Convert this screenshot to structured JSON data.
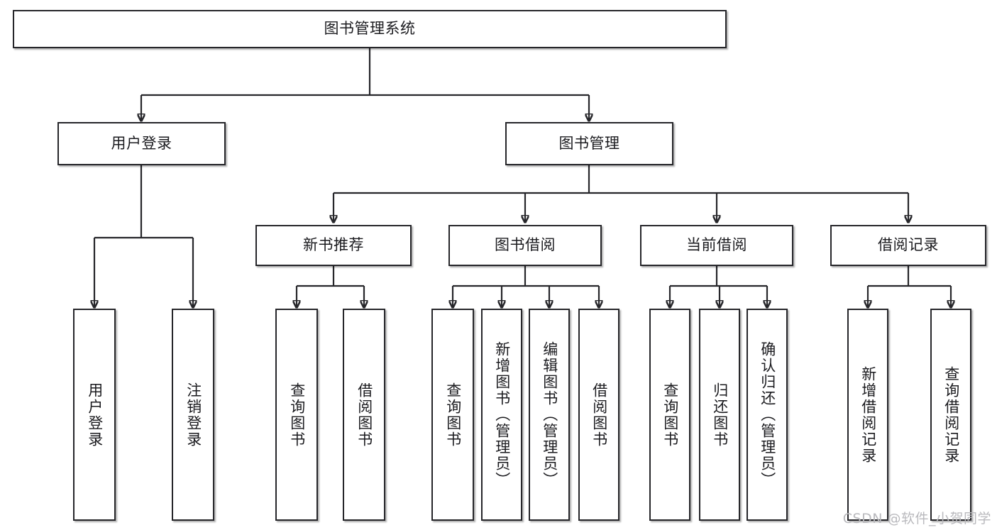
{
  "diagram": {
    "type": "tree",
    "title": "图书管理系统",
    "root": {
      "id": "root",
      "label": "图书管理系统"
    },
    "level1": [
      {
        "id": "login",
        "label": "用户登录"
      },
      {
        "id": "bookmgmt",
        "label": "图书管理"
      }
    ],
    "level2": [
      {
        "id": "newbook",
        "label": "新书推荐",
        "parent": "bookmgmt"
      },
      {
        "id": "borrow",
        "label": "图书借阅",
        "parent": "bookmgmt"
      },
      {
        "id": "current",
        "label": "当前借阅",
        "parent": "bookmgmt"
      },
      {
        "id": "records",
        "label": "借阅记录",
        "parent": "bookmgmt"
      }
    ],
    "leaves": {
      "login": [
        {
          "id": "leaf-user-login",
          "label": "用户登录"
        },
        {
          "id": "leaf-logout",
          "label": "注销登录"
        }
      ],
      "newbook": [
        {
          "id": "leaf-query-book-1",
          "label": "查询图书"
        },
        {
          "id": "leaf-borrow-book-1",
          "label": "借阅图书"
        }
      ],
      "borrow": [
        {
          "id": "leaf-query-book-2",
          "label": "查询图书"
        },
        {
          "id": "leaf-add-book",
          "label": "新增图书（管理员）"
        },
        {
          "id": "leaf-edit-book",
          "label": "编辑图书（管理员）"
        },
        {
          "id": "leaf-borrow-book-2",
          "label": "借阅图书"
        }
      ],
      "current": [
        {
          "id": "leaf-query-book-3",
          "label": "查询图书"
        },
        {
          "id": "leaf-return-book",
          "label": "归还图书"
        },
        {
          "id": "leaf-confirm-return",
          "label": "确认归还（管理员）"
        }
      ],
      "records": [
        {
          "id": "leaf-add-record",
          "label": "新增借阅记录"
        },
        {
          "id": "leaf-query-record",
          "label": "查询借阅记录"
        }
      ]
    }
  },
  "watermark": {
    "text": "CSDN @软件_小贺同学"
  },
  "colors": {
    "background": "#ffffff",
    "border": "#26262a",
    "text": "#1b1b1f",
    "watermark": "#b9b9bd"
  }
}
